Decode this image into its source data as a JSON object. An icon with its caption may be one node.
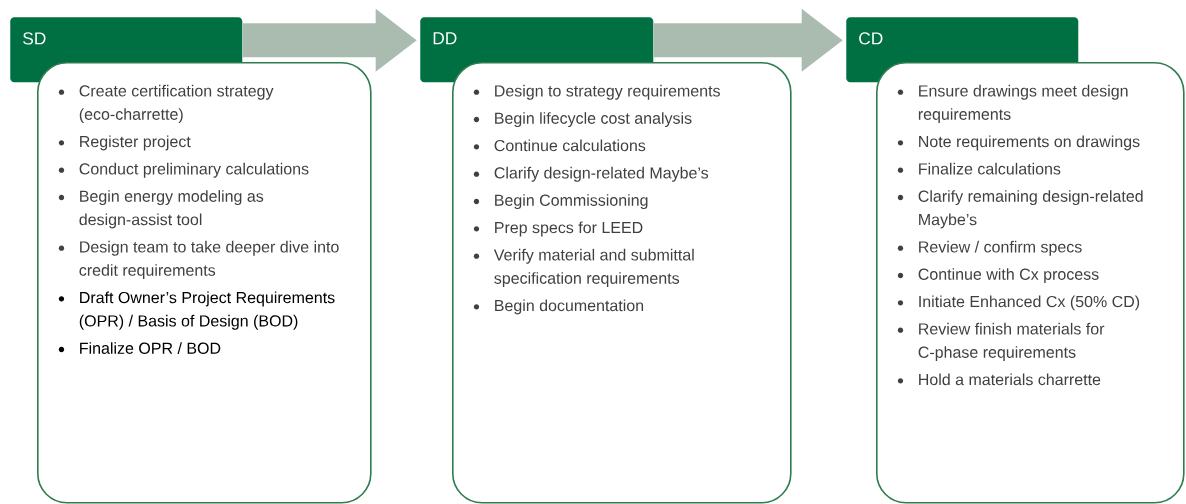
{
  "diagram": {
    "nodes": [
      {
        "text": [
          "SD"
        ]
      },
      {
        "text": [
          "Create certification  strategy (eco-charrette)",
          "Register project",
          "Conduct preliminary calculations",
          "Begin energy modeling as design-assist tool",
          "Design team to take  deeper dive into credit requirements",
          "Draft Owner’s Project Requirements (OPR) / Basis of Design (BOD)",
          "Finalize OPR / BOD"
        ]
      },
      {
        "text": [
          "DD"
        ]
      },
      {
        "text": [
          "Design to strategy requirements",
          "Begin lifecycle cost analysis",
          "Continue calculations",
          "Clarify design-related Maybe’s",
          "Begin Commissioning",
          "Prep specs for LEED",
          "Verify material and submittal specification requirements",
          "Begin documentation"
        ]
      },
      {
        "text": [
          "CD"
        ]
      },
      {
        "text": [
          "Ensure drawings meet design requirements",
          "Note requirements on drawings",
          "Finalize calculations",
          "Clarify remaining design-related Maybe’s",
          "Review / confirm specs",
          "Continue with Cx process",
          "Initiate Enhanced Cx (50% CD)",
          "Review finish materials for C-phase requirements",
          "Hold a materials charrette"
        ]
      }
    ],
    "edges": [
      {
        "from": 0,
        "to": 2,
        "arrow": "to"
      },
      {
        "from": 2,
        "to": 4,
        "arrow": "to"
      }
    ]
  }
}
